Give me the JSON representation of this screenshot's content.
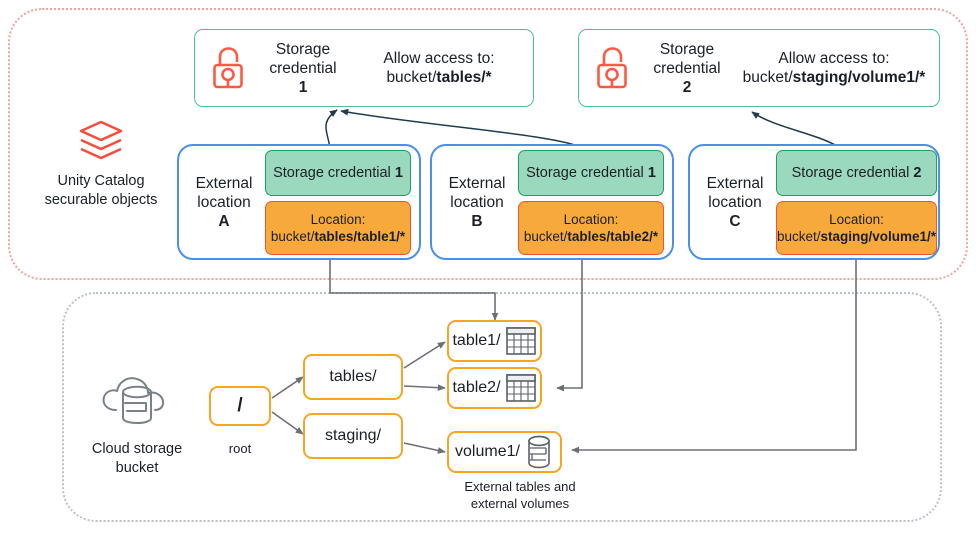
{
  "diagram": {
    "zones": {
      "unity_catalog": {
        "name": "Unity Catalog securable objects"
      },
      "cloud_storage": {
        "name": "Cloud storage bucket"
      }
    },
    "legend": {
      "unity_catalog_label_line1": "Unity Catalog",
      "unity_catalog_label_line2": "securable objects",
      "unity_catalog_icon": "databricks-layers-icon",
      "cloud_label_line1": "Cloud storage",
      "cloud_label_line2": "bucket",
      "cloud_icon": "cloud-database-icon"
    },
    "storage_credentials": [
      {
        "icon": "open-padlock-icon",
        "title_line1": "Storage",
        "title_line2": "credential",
        "number": "1",
        "allow_label": "Allow access to:",
        "allow_prefix": "bucket/",
        "allow_path": "tables/*"
      },
      {
        "icon": "open-padlock-icon",
        "title_line1": "Storage",
        "title_line2": "credential",
        "number": "2",
        "allow_label": "Allow access to:",
        "allow_prefix": "bucket/",
        "allow_path": "staging/volume1/*"
      }
    ],
    "external_locations": [
      {
        "label_line1": "External",
        "label_line2": "location",
        "letter": "A",
        "credential_prefix": "Storage credential ",
        "credential_number": "1",
        "location_label": "Location:",
        "location_prefix": "bucket/",
        "location_path": "tables/table1/*"
      },
      {
        "label_line1": "External",
        "label_line2": "location",
        "letter": "B",
        "credential_prefix": "Storage credential ",
        "credential_number": "1",
        "location_label": "Location:",
        "location_prefix": "bucket/",
        "location_path": "tables/table2/*"
      },
      {
        "label_line1": "External",
        "label_line2": "location",
        "letter": "C",
        "credential_prefix": "Storage credential ",
        "credential_number": "2",
        "location_label": "Location:",
        "location_prefix": "bucket/",
        "location_path": "staging/volume1/*"
      }
    ],
    "storage_tree": {
      "root": {
        "label": "/",
        "caption": "root"
      },
      "folders": [
        {
          "label": "tables/"
        },
        {
          "label": "staging/"
        }
      ],
      "leaves": [
        {
          "label": "table1/",
          "icon": "table-grid-icon"
        },
        {
          "label": "table2/",
          "icon": "table-grid-icon"
        },
        {
          "label": "volume1/",
          "icon": "disk-stack-icon"
        }
      ],
      "leaf_caption_line1": "External tables and",
      "leaf_caption_line2": "external volumes"
    },
    "colors": {
      "credential_border": "#4cbf9a",
      "external_location_border": "#4a90e8",
      "credential_chip_fill": "#9ad9bd",
      "location_chip_fill": "#f7a93c",
      "location_chip_border": "#f0562d",
      "node_border": "#f5a623",
      "lock_icon": "#fb5b45",
      "uc_zone_border": "#f2a296",
      "cloud_zone_border": "#b9c2cb",
      "arrow": "#1f3b4d"
    }
  }
}
